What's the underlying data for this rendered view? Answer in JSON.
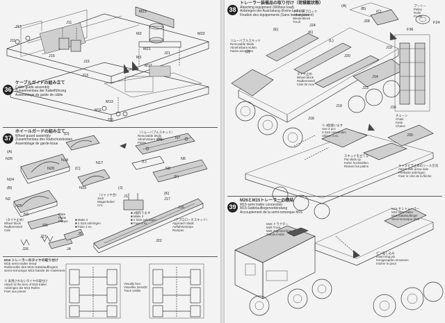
{
  "left_page": {
    "step36": {
      "number": "36",
      "jp": "ケーブルガイドの組み立て",
      "en": "Cable guide assembly",
      "de": "Zusammenbau der Kabelführung",
      "fr": "Assemblage du guide de câble",
      "labels": [
        "J13",
        "J11",
        "J11",
        "J15",
        "J15",
        "M23",
        "M2",
        "M22",
        "M21",
        "M1",
        "M17",
        "J21",
        "J13",
        "M13",
        "M11",
        "J15"
      ]
    },
    "step37": {
      "number": "37",
      "jp": "ホイールガードの組み立て",
      "en": "Wheel guard assembly",
      "de": "Zusammenbau des Radschutzleisten",
      "fr": "Assemblage de garde-boue",
      "letters": [
        "(A)",
        "(D)",
        "(B)",
        "(C)",
        "(J)",
        "(E)",
        "(L)",
        "(F)",
        "(K)"
      ],
      "labels": [
        "N26",
        "N24",
        "N20",
        "N18",
        "N17",
        "N19",
        "N5",
        "N8",
        "N7",
        "N25",
        "N2",
        "N3",
        "J16",
        "J17",
        "J1",
        "J22",
        "J25",
        "J27",
        "J5",
        "J4",
        "J26"
      ],
      "notes": {
        "wheel_block": [
          "（タイヤ止め）",
          "Wheel block",
          "Radbremsteil",
          "Cale"
        ],
        "removable_plates": [
          "（リムーバブルスキッド）",
          "Removable Skids",
          "Abnehmbare Kufen",
          "Patins"
        ],
        "jack": [
          "（ジャッキ台）",
          "Jack",
          "Wagenheber",
          "Cric"
        ],
        "plate": [
          "Plate",
          "Platte",
          "Plaque"
        ],
        "ramp": [
          "（アプロローチスキッド）",
          "Approach Skids",
          "Auffahrtsrampe",
          "Rampes"
        ],
        "make2_a": [
          "■ Make 2",
          "■ 2 Stck anfertigen",
          "■ Faire 2 ex."
        ],
        "make2_b": [
          "■ 2個作ります",
          "■ Make 2",
          "■ 2 Stck anfertigen",
          "■ Faire 2 ex."
        ]
      }
    },
    "bottom": {
      "jp": "M15 トレーラーのタイヤの取り付け",
      "en": "M15 semi trailer tread",
      "de": "Reifenrolle des M15-Sattelaufliegers",
      "fr": "Semi-remorque M15 bande de roulement",
      "note_left": [
        "※ 表現されないタイヤの取付け",
        "Attach to the tires of M15 trailer",
        "Anbringen der M15 Reifen",
        "Fixer aux pneus"
      ],
      "note_mid": [
        "Visually face",
        "Visuelles Gesicht",
        "Tracé visible"
      ]
    }
  },
  "right_page": {
    "step38": {
      "number": "38",
      "jp": "トレーラー装備品の取り付け（荷積載状態）",
      "en": "Attaching equipment (Without load)",
      "de": "Anbringen der Ausrüstung (Keine Ladung)",
      "fr": "Fixation des équipements (Sans le chargement)",
      "letters": [
        "(A)",
        "(B)",
        "(C)",
        "(E)",
        "(J)",
        "(K)",
        "(L)"
      ],
      "labels": [
        "J20",
        "J18",
        "J19",
        "J30",
        "J23",
        "J14",
        "J28",
        "J24",
        "F36",
        "F24",
        "J19",
        "J16"
      ],
      "notes": {
        "pulley": [
          "プーリー",
          "Pulley",
          "Rolle",
          "Poulie"
        ],
        "chain": [
          "チェーン",
          "Chain",
          "Kette",
          "Chaine"
        ],
        "winch": [
          "ウインチブロック",
          "Winch block",
          "Windenblock",
          "Treuil"
        ],
        "removable": [
          "リムーバブルスキッド",
          "Removable Skids",
          "Abnehmbare Kufen",
          "Patins amovibles"
        ],
        "wheel_block": [
          "タイヤ止め",
          "Wheel block",
          "Radbremsteil",
          "Cale de roue"
        ],
        "ramp_up": [
          "スキッドを立てる",
          "Put skids up",
          "Kufen hochstellen",
          "Relever les patins"
        ],
        "use_3pcs": [
          "※ 3個使います",
          "Use 3 pcs",
          "3 Stck verwenden",
          "Utiliser 3 ex."
        ],
        "tracks_note": [
          "キャタピラ止めのシール方向",
          "Attach with arrow side",
          "Pfeilseite anbringen",
          "Fixer le côté de la flèche"
        ]
      }
    },
    "step39": {
      "number": "39",
      "jp": "M26とM15トレーラーの連結",
      "en": "M15 semi trailer connection",
      "de": "M15-Sattelaufliegerverbindung",
      "fr": "Accouplement de la semi-remorque M15",
      "notes": {
        "tractor": [
          "M26 トラクター",
          "M26 Truck",
          "M26 Zugmaschine",
          "Tracteur M26"
        ],
        "trailer": [
          "M15 セミトレーラー",
          "M15 semi trailer",
          "M15 Sattelauflieger",
          "Semi-remorque M15"
        ],
        "kingpin": [
          "ピン差し込み",
          "Insert king pin",
          "Königszapfen einsetzen",
          "Insérer le pivot"
        ]
      }
    }
  }
}
